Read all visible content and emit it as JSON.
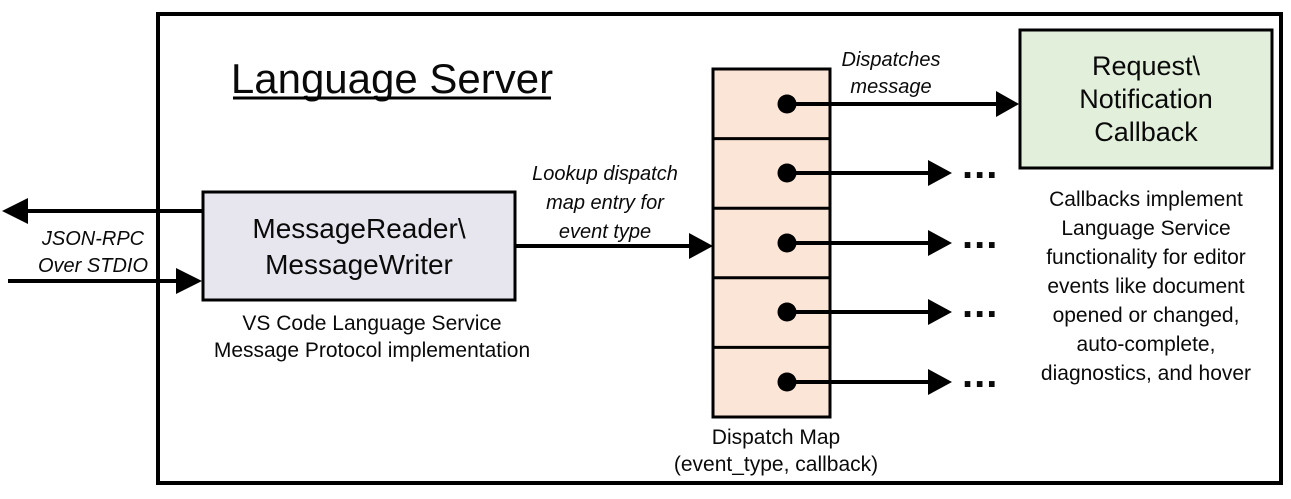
{
  "diagram": {
    "title": "Language Server",
    "io_label": {
      "line1": "JSON-RPC",
      "line2": "Over STDIO"
    },
    "reader_box": {
      "fill": "#e7e6ee",
      "line1": "MessageReader\\",
      "line2": "MessageWriter",
      "caption1": "VS Code Language Service",
      "caption2": "Message Protocol implementation"
    },
    "lookup_label": {
      "line1": "Lookup dispatch",
      "line2": "map entry for",
      "line3": "event type"
    },
    "dispatches_label": {
      "line1": "Dispatches",
      "line2": "message"
    },
    "dispatch_map": {
      "fill": "#fbe5d6",
      "caption1": "Dispatch Map",
      "caption2": "(event_type, callback)"
    },
    "callback_box": {
      "fill": "#e2efda",
      "line1": "Request\\",
      "line2": "Notification",
      "line3": "Callback"
    },
    "callbacks_note": {
      "line1": "Callbacks implement",
      "line2": "Language Service",
      "line3": "functionality for editor",
      "line4": "events like document",
      "line5": "opened or changed,",
      "line6": "auto-complete,",
      "line7": "diagnostics, and hover"
    },
    "ellipsis": "..."
  }
}
